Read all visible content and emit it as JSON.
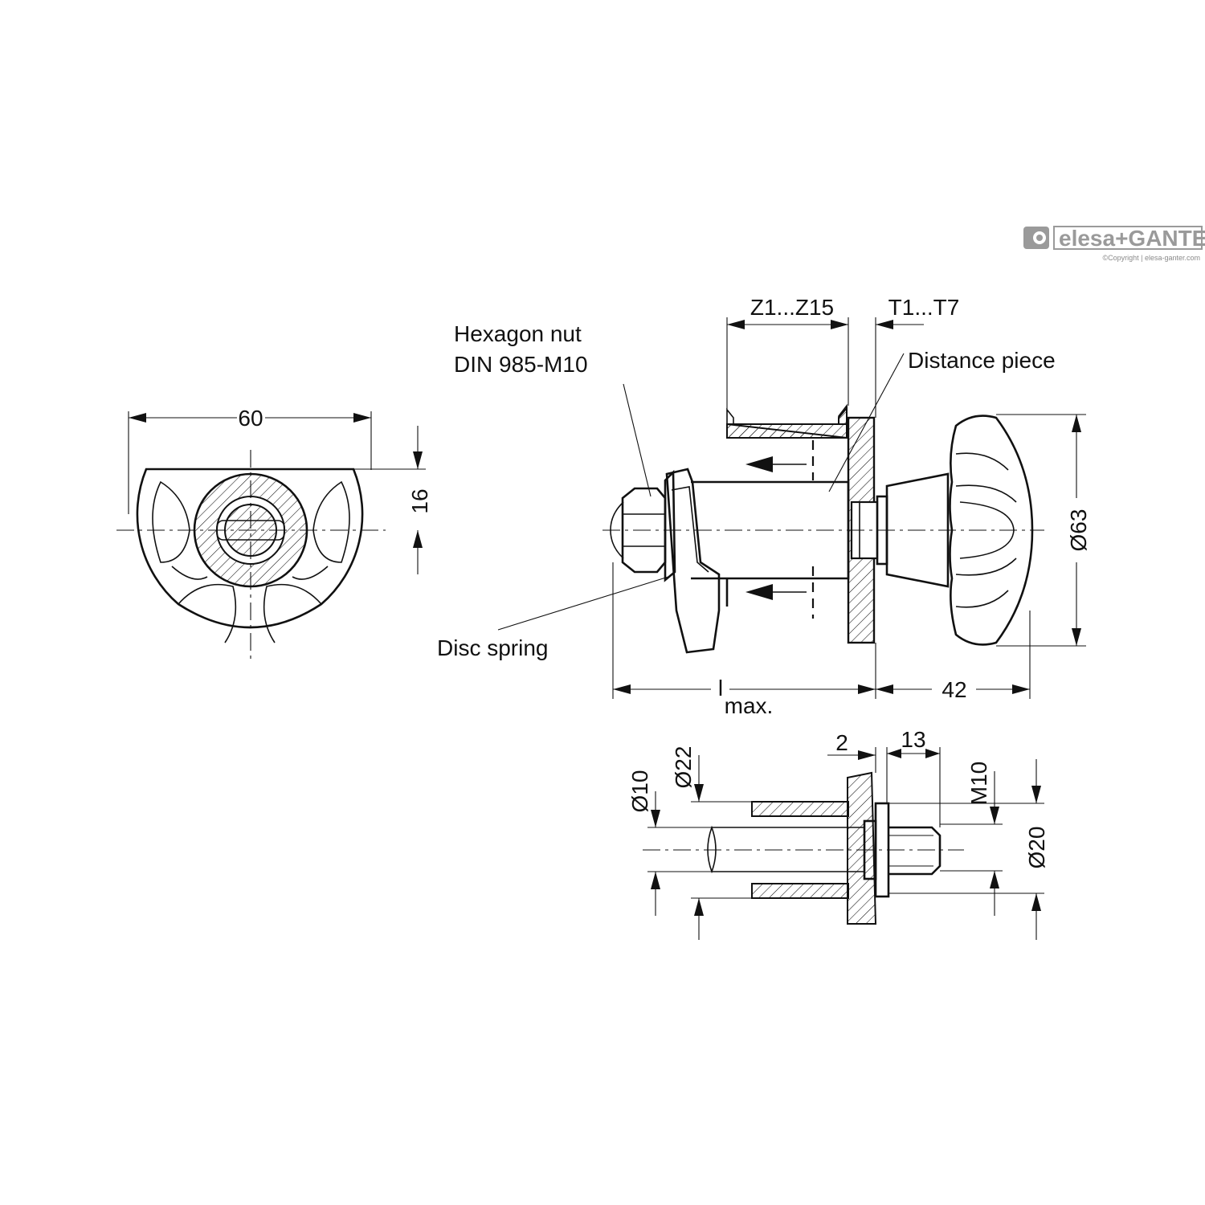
{
  "brand": {
    "logo_text": "elesa+GANTER",
    "copyright": "©Copyright | elesa-ganter.com",
    "color": "#9a9a9a"
  },
  "labels": {
    "hexagon_nut_line1": "Hexagon nut",
    "hexagon_nut_line2": "DIN 985-M10",
    "distance_piece": "Distance piece",
    "disc_spring": "Disc spring"
  },
  "dimensions": {
    "width_60": "60",
    "height_16": "16",
    "z_range": "Z1...Z15",
    "t_range": "T1...T7",
    "dia_63": "Ø63",
    "l_max_l": "l",
    "l_max_sub": "max.",
    "len_42": "42",
    "len_2": "2",
    "len_13": "13",
    "dia_10": "Ø10",
    "dia_22": "Ø22",
    "thread_m10": "M10",
    "dia_20": "Ø20"
  }
}
